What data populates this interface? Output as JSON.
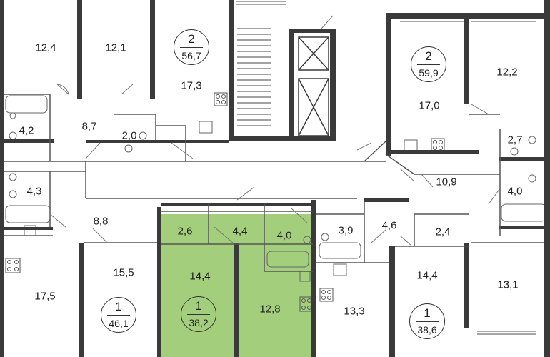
{
  "colors": {
    "highlight": "#a3cf7c",
    "wall": "#3a3a3a",
    "partition": "#555555"
  },
  "apartments": [
    {
      "id": "a",
      "rooms": "2",
      "area": "56,7"
    },
    {
      "id": "b",
      "rooms": "2",
      "area": "59,9"
    },
    {
      "id": "c",
      "rooms": "1",
      "area": "46,1"
    },
    {
      "id": "d",
      "rooms": "1",
      "area": "38,2",
      "highlighted": true
    },
    {
      "id": "e",
      "rooms": "1",
      "area": "38,6"
    }
  ],
  "rooms": [
    "12,4",
    "12,1",
    "17,3",
    "4,2",
    "8,7",
    "2,0",
    "17,0",
    "12,2",
    "2,7",
    "10,9",
    "4,0",
    "4,3",
    "8,8",
    "2,6",
    "4,4",
    "4,0",
    "3,9",
    "4,6",
    "2,4",
    "15,5",
    "14,4",
    "14,4",
    "13,1",
    "17,5",
    "12,8",
    "13,3"
  ]
}
